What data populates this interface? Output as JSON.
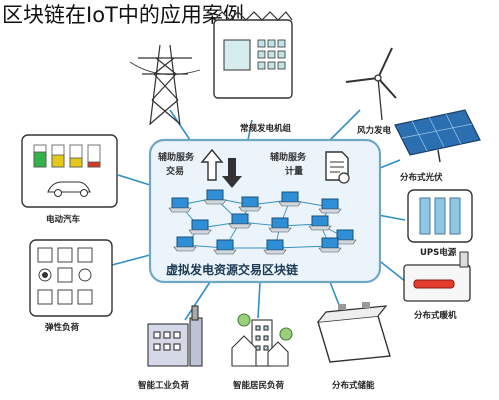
{
  "title": "区块链在IoT中的应用案例",
  "center": {
    "title": "虚拟发电资源交易区块链",
    "left_service_line1": "辅助服务",
    "left_service_line2": "交易",
    "right_service_line1": "辅助服务",
    "right_service_line2": "计量"
  },
  "nodes": {
    "transmission_tower": "",
    "conventional_plant": "常规发电机组",
    "wind_power": "风力发电",
    "distributed_pv": "分布式光伏",
    "ups_storage": "UPS电源",
    "distributed_heating": "分布式暖机",
    "distributed_storage": "分布式储能",
    "smart_residential": "智能居民负荷",
    "smart_industrial": "智能工业负荷",
    "flexible_load": "弹性负荷",
    "electric_vehicle": "电动汽车"
  },
  "colors": {
    "hub_border": "#6fa7c4",
    "hub_fill": "#eaf4fa",
    "link": "#3a8fbf",
    "laptop_screen": "#2e8fd6",
    "battery_green": "#35b24a",
    "battery_yellow": "#e3c81c",
    "battery_red": "#d43a2a",
    "heater_red": "#e33b2e",
    "tube_blue": "#8ec6e6"
  }
}
